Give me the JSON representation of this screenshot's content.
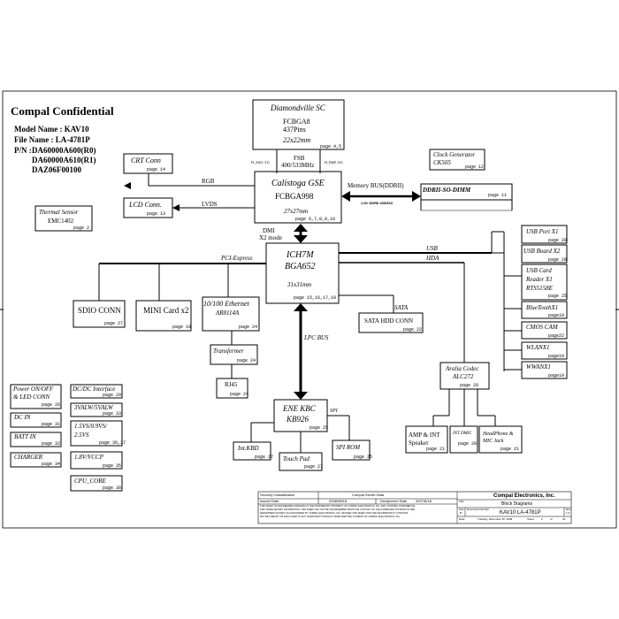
{
  "header": {
    "title": "Compal Confidential",
    "model": "Model Name : KAV10",
    "file": "File Name : LA-4781P",
    "pn_label": "P/N :",
    "pn1": "DA60000A600(R0)",
    "pn2": "DA60000A610(R1)",
    "pn3": "DAZ06F00100"
  },
  "cpu": {
    "name": "Diamondville SC",
    "pkg": "FCBGA8",
    "pins": "437Pins",
    "size": "22x22mm",
    "page": "page 4,5"
  },
  "fsb": {
    "label": "FSB",
    "speed": "400/533MHz",
    "left_sig": "H_A#(3..31)",
    "right_sig": "H_D#(0..63)"
  },
  "gmch": {
    "name": "Calistoga GSE",
    "pkg": "FCBGA998",
    "size": "27x27mm",
    "page": "page 6,7,8,9,10"
  },
  "crt": {
    "name": "CRT Conn",
    "page": "page 14",
    "bus": "RGB"
  },
  "lcd": {
    "name": "LCD Conn.",
    "page": "page 13",
    "bus": "LVDS"
  },
  "thermal": {
    "name": "Thermal Sensor",
    "part": "EMC1402",
    "page": "page 2"
  },
  "clock": {
    "name": "Clock Generator",
    "part": "CK505",
    "page": "page 12"
  },
  "memory": {
    "bus": "Memory BUS(DDRII)",
    "spec": "1.8V DDRII 400/533",
    "dimm": "DDRII-SO-DIMM",
    "page": "page 11"
  },
  "dmi": {
    "label1": "DMI",
    "label2": "X2 mode"
  },
  "ich": {
    "name": "ICH7M",
    "pkg": "BGA652",
    "size": "31x31mm",
    "page": "page 15,16,17,18"
  },
  "pcie": {
    "label": "PCI-Express"
  },
  "usb": {
    "label": "USB"
  },
  "hda": {
    "label": "HDA"
  },
  "sata": {
    "label": "SATA",
    "hdd": "SATA HDD CONN",
    "page": "page 22"
  },
  "lpc": {
    "label": "LPC BUS"
  },
  "sdio": {
    "name": "SDIO CONN",
    "page": "page 27"
  },
  "minicard": {
    "name": "MINI Card x2",
    "page": "page 19"
  },
  "ethernet": {
    "name": "10/100 Ethernet",
    "part": "AR8114A",
    "page": "page 24"
  },
  "transformer": {
    "name": "Transfermer",
    "page": "page 24"
  },
  "rj45": {
    "name": "RJ45",
    "page": "page 24"
  },
  "right_list": [
    {
      "name": "USB Port X1",
      "page": "page 28"
    },
    {
      "name": "USB Board X2",
      "page": "page 28"
    },
    {
      "name": "USB Card",
      "name2": "Reader X1",
      "name3": "RTS5158E",
      "page": "page 25"
    },
    {
      "name": "BlueToothX1",
      "page": "page19"
    },
    {
      "name": "CMOS CAM",
      "page": "page22"
    },
    {
      "name": "WLANX1",
      "page": "page19"
    },
    {
      "name": "WWANX1",
      "page": "page19"
    }
  ],
  "codec": {
    "name": "Aralia Codec",
    "part": "ALC272",
    "page": "page 20"
  },
  "amp": {
    "name": "AMP & INT",
    "name2": "Speaker",
    "page": "page 21"
  },
  "intdmic": {
    "name": "INT DMIC",
    "page": "page 20"
  },
  "headphone": {
    "name": "HeadPhone &",
    "name2": "MIC Jack",
    "page": "page 21"
  },
  "kbc": {
    "name": "ENE KBC",
    "part": "KB926",
    "page": "page 25",
    "spi": "SPI"
  },
  "intkbd": {
    "name": "Int.KBD",
    "page": "page 27"
  },
  "touchpad": {
    "name": "Touch Pad",
    "page": "page 27"
  },
  "spirom": {
    "name": "SPI ROM",
    "page": "page 25"
  },
  "power": [
    {
      "name": "Power ON/OFF",
      "name2": "& LED CONN",
      "page": "page 26"
    },
    {
      "name": "DC IN",
      "page": "page 31"
    },
    {
      "name": "BATT IN",
      "page": "page 32"
    },
    {
      "name": "CHARGER",
      "page": "page 34"
    }
  ],
  "power_right": [
    {
      "name": "DC/DC Interface",
      "page": "page 29"
    },
    {
      "name": "3VALW/5VALW",
      "page": "page 33"
    },
    {
      "name": "1.5VS/0.9VS/",
      "name2": "2.5VS",
      "page": "page 36,37"
    },
    {
      "name": "1.8V/VCCP",
      "page": "page 35"
    },
    {
      "name": "CPU_CORE",
      "page": "page 38"
    }
  ],
  "titleblock": {
    "sec": "Security Classification",
    "secdata": "Compal Secret Data",
    "issued": "Issued Date",
    "issued_val": "2008/08/18",
    "deciph": "Deciphered Date",
    "deciph_val": "2007/8/18",
    "company": "Compal Electronics, Inc.",
    "title_lbl": "Title",
    "title": "Block Diagrams",
    "size_lbl": "Size",
    "size": "B",
    "docnum_lbl": "Document Number",
    "docnum": "KAV10 LA-4781P",
    "rev_lbl": "Rev",
    "rev": "1.0",
    "date_lbl": "Date:",
    "date": "Tuesday, December 30, 2008",
    "sheet_lbl": "Sheet",
    "sheet": "2",
    "of_lbl": "of",
    "of": "46",
    "disclaimer1": "THIS SHEET OF ENGINEERING DRAWING IS THE PROPRIETARY PROPERTY OF COMPAL ELECTRONICS, INC. AND CONTAINS CONFIDENTIAL",
    "disclaimer2": "AND TRADE SECRET INFORMATION. THIS SHEET MAY NOT BE TRANSFERRED FROM THE CUSTODY OF THE COMPETENT DIVISION OF R&D",
    "disclaimer3": "DEPARTMENT EXCEPT AS AUTHORIZED BY COMPAL ELECTRONICS, INC. NEITHER THIS SHEET NOR THE INFORMATION IT CONTAINS",
    "disclaimer4": "MAY BE USED BY OR DISCLOSED TO ANY THIRD PARTY WITHOUT PRIOR WRITTEN CONSENT OF COMPAL ELECTRONICS, INC."
  }
}
